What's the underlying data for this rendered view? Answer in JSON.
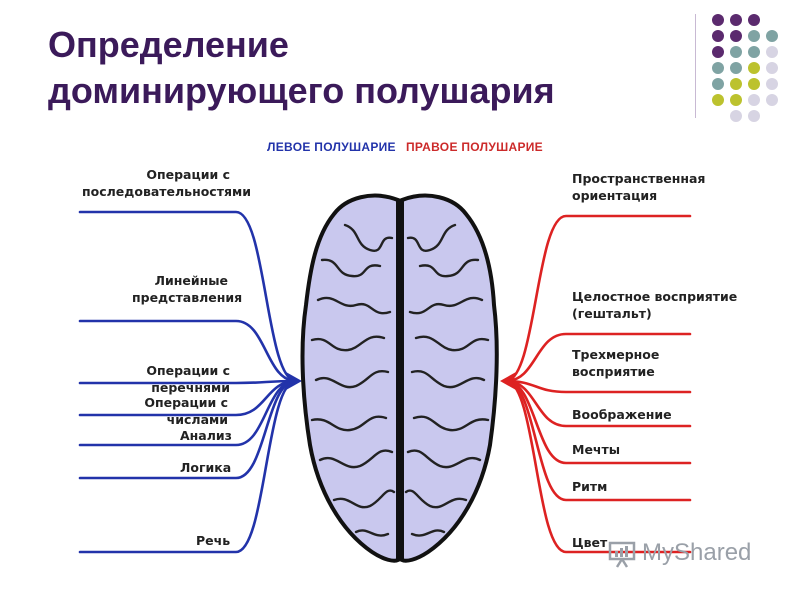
{
  "title": {
    "line1": "Определение",
    "line2": "доминирующего полушария"
  },
  "hemispheres": {
    "left": "ЛЕВОЕ ПОЛУШАРИЕ",
    "right": "ПРАВОЕ ПОЛУШАРИЕ"
  },
  "left_items": [
    {
      "lines": [
        "Операции с",
        "последовательностями"
      ]
    },
    {
      "lines": [
        "Линейные",
        "представления"
      ]
    },
    {
      "lines": [
        "Операции с перечнями"
      ]
    },
    {
      "lines": [
        "Операции с числами"
      ]
    },
    {
      "lines": [
        "Анализ"
      ]
    },
    {
      "lines": [
        "Логика"
      ]
    },
    {
      "lines": [
        "Речь"
      ]
    }
  ],
  "right_items": [
    {
      "lines": [
        "Пространственная",
        "ориентация"
      ]
    },
    {
      "lines": [
        "Целостное восприятие",
        "(гештальт)"
      ]
    },
    {
      "lines": [
        "Трехмерное",
        "восприятие"
      ]
    },
    {
      "lines": [
        "Воображение"
      ]
    },
    {
      "lines": [
        "Мечты"
      ]
    },
    {
      "lines": [
        "Ритм"
      ]
    },
    {
      "lines": [
        "Цвет"
      ]
    }
  ],
  "colors": {
    "title": "#3b1a5a",
    "left_branch": "#2233aa",
    "right_branch": "#dd2222",
    "brain_fill": "#c9c8ee",
    "brain_stroke": "#111111",
    "dot_purple": "#5b2a6e",
    "dot_teal": "#7fa3a3",
    "dot_olive": "#bcc22e",
    "dot_light": "#d7d4e3"
  },
  "watermark": {
    "text": "MyShared"
  },
  "icons": {
    "watermark": "presentation-board-icon",
    "decor": "dot-grid"
  }
}
